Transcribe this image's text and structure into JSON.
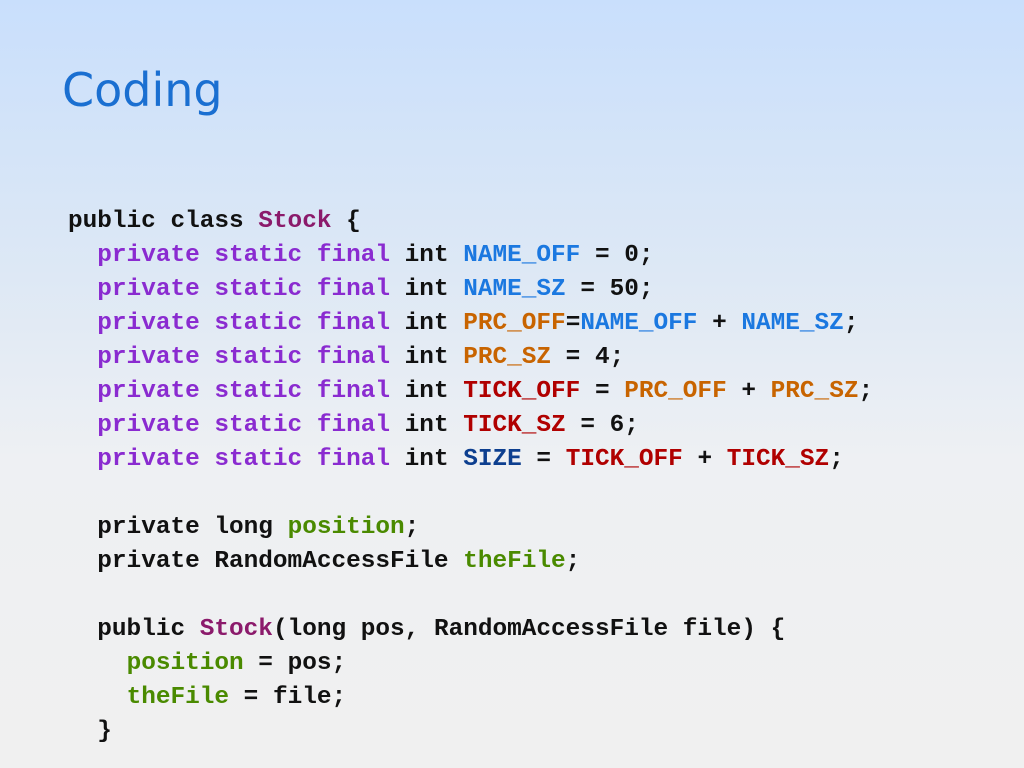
{
  "slide": {
    "title": "Coding"
  },
  "colors": {
    "title": "#1a6fd1",
    "plain": "#111111",
    "class_name": "#8b1a6b",
    "modifier": "#8a2bd0",
    "constant_blue": "#1b78e0",
    "constant_orange": "#c86400",
    "constant_red": "#b00000",
    "constant_navy": "#0d3f8f",
    "field": "#4a8a00"
  },
  "code": {
    "lines": [
      {
        "indent": "",
        "tokens": [
          {
            "text": "public class ",
            "color": "#111111"
          },
          {
            "text": "Stock",
            "color": "#8b1a6b"
          },
          {
            "text": " {",
            "color": "#111111"
          }
        ]
      },
      {
        "indent": "  ",
        "tokens": [
          {
            "text": "private static final",
            "color": "#8a2bd0"
          },
          {
            "text": " int ",
            "color": "#111111"
          },
          {
            "text": "NAME_OFF",
            "color": "#1b78e0"
          },
          {
            "text": " = 0;",
            "color": "#111111"
          }
        ]
      },
      {
        "indent": "  ",
        "tokens": [
          {
            "text": "private static final",
            "color": "#8a2bd0"
          },
          {
            "text": " int ",
            "color": "#111111"
          },
          {
            "text": "NAME_SZ",
            "color": "#1b78e0"
          },
          {
            "text": " = 50;",
            "color": "#111111"
          }
        ]
      },
      {
        "indent": "  ",
        "tokens": [
          {
            "text": "private static final",
            "color": "#8a2bd0"
          },
          {
            "text": " int ",
            "color": "#111111"
          },
          {
            "text": "PRC_OFF",
            "color": "#c86400"
          },
          {
            "text": "=",
            "color": "#111111"
          },
          {
            "text": "NAME_OFF",
            "color": "#1b78e0"
          },
          {
            "text": " + ",
            "color": "#111111"
          },
          {
            "text": "NAME_SZ",
            "color": "#1b78e0"
          },
          {
            "text": ";",
            "color": "#111111"
          }
        ]
      },
      {
        "indent": "  ",
        "tokens": [
          {
            "text": "private static final",
            "color": "#8a2bd0"
          },
          {
            "text": " int ",
            "color": "#111111"
          },
          {
            "text": "PRC_SZ",
            "color": "#c86400"
          },
          {
            "text": " = 4;",
            "color": "#111111"
          }
        ]
      },
      {
        "indent": "  ",
        "tokens": [
          {
            "text": "private static final",
            "color": "#8a2bd0"
          },
          {
            "text": " int ",
            "color": "#111111"
          },
          {
            "text": "TICK_OFF",
            "color": "#b00000"
          },
          {
            "text": " = ",
            "color": "#111111"
          },
          {
            "text": "PRC_OFF",
            "color": "#c86400"
          },
          {
            "text": " + ",
            "color": "#111111"
          },
          {
            "text": "PRC_SZ",
            "color": "#c86400"
          },
          {
            "text": ";",
            "color": "#111111"
          }
        ]
      },
      {
        "indent": "  ",
        "tokens": [
          {
            "text": "private static final",
            "color": "#8a2bd0"
          },
          {
            "text": " int ",
            "color": "#111111"
          },
          {
            "text": "TICK_SZ",
            "color": "#b00000"
          },
          {
            "text": " = 6;",
            "color": "#111111"
          }
        ]
      },
      {
        "indent": "  ",
        "tokens": [
          {
            "text": "private static final",
            "color": "#8a2bd0"
          },
          {
            "text": " int ",
            "color": "#111111"
          },
          {
            "text": "SIZE",
            "color": "#0d3f8f"
          },
          {
            "text": " = ",
            "color": "#111111"
          },
          {
            "text": "TICK_OFF",
            "color": "#b00000"
          },
          {
            "text": " + ",
            "color": "#111111"
          },
          {
            "text": "TICK_SZ",
            "color": "#b00000"
          },
          {
            "text": ";",
            "color": "#111111"
          }
        ]
      },
      {
        "indent": "",
        "tokens": []
      },
      {
        "indent": "  ",
        "tokens": [
          {
            "text": "private long ",
            "color": "#111111"
          },
          {
            "text": "position",
            "color": "#4a8a00"
          },
          {
            "text": ";",
            "color": "#111111"
          }
        ]
      },
      {
        "indent": "  ",
        "tokens": [
          {
            "text": "private RandomAccessFile ",
            "color": "#111111"
          },
          {
            "text": "theFile",
            "color": "#4a8a00"
          },
          {
            "text": ";",
            "color": "#111111"
          }
        ]
      },
      {
        "indent": "",
        "tokens": []
      },
      {
        "indent": "  ",
        "tokens": [
          {
            "text": "public ",
            "color": "#111111"
          },
          {
            "text": "Stock",
            "color": "#8b1a6b"
          },
          {
            "text": "(long pos, RandomAccessFile file) {",
            "color": "#111111"
          }
        ]
      },
      {
        "indent": "    ",
        "tokens": [
          {
            "text": "position",
            "color": "#4a8a00"
          },
          {
            "text": " = pos;",
            "color": "#111111"
          }
        ]
      },
      {
        "indent": "    ",
        "tokens": [
          {
            "text": "theFile",
            "color": "#4a8a00"
          },
          {
            "text": " = file;",
            "color": "#111111"
          }
        ]
      },
      {
        "indent": "  ",
        "tokens": [
          {
            "text": "}",
            "color": "#111111"
          }
        ]
      }
    ]
  }
}
